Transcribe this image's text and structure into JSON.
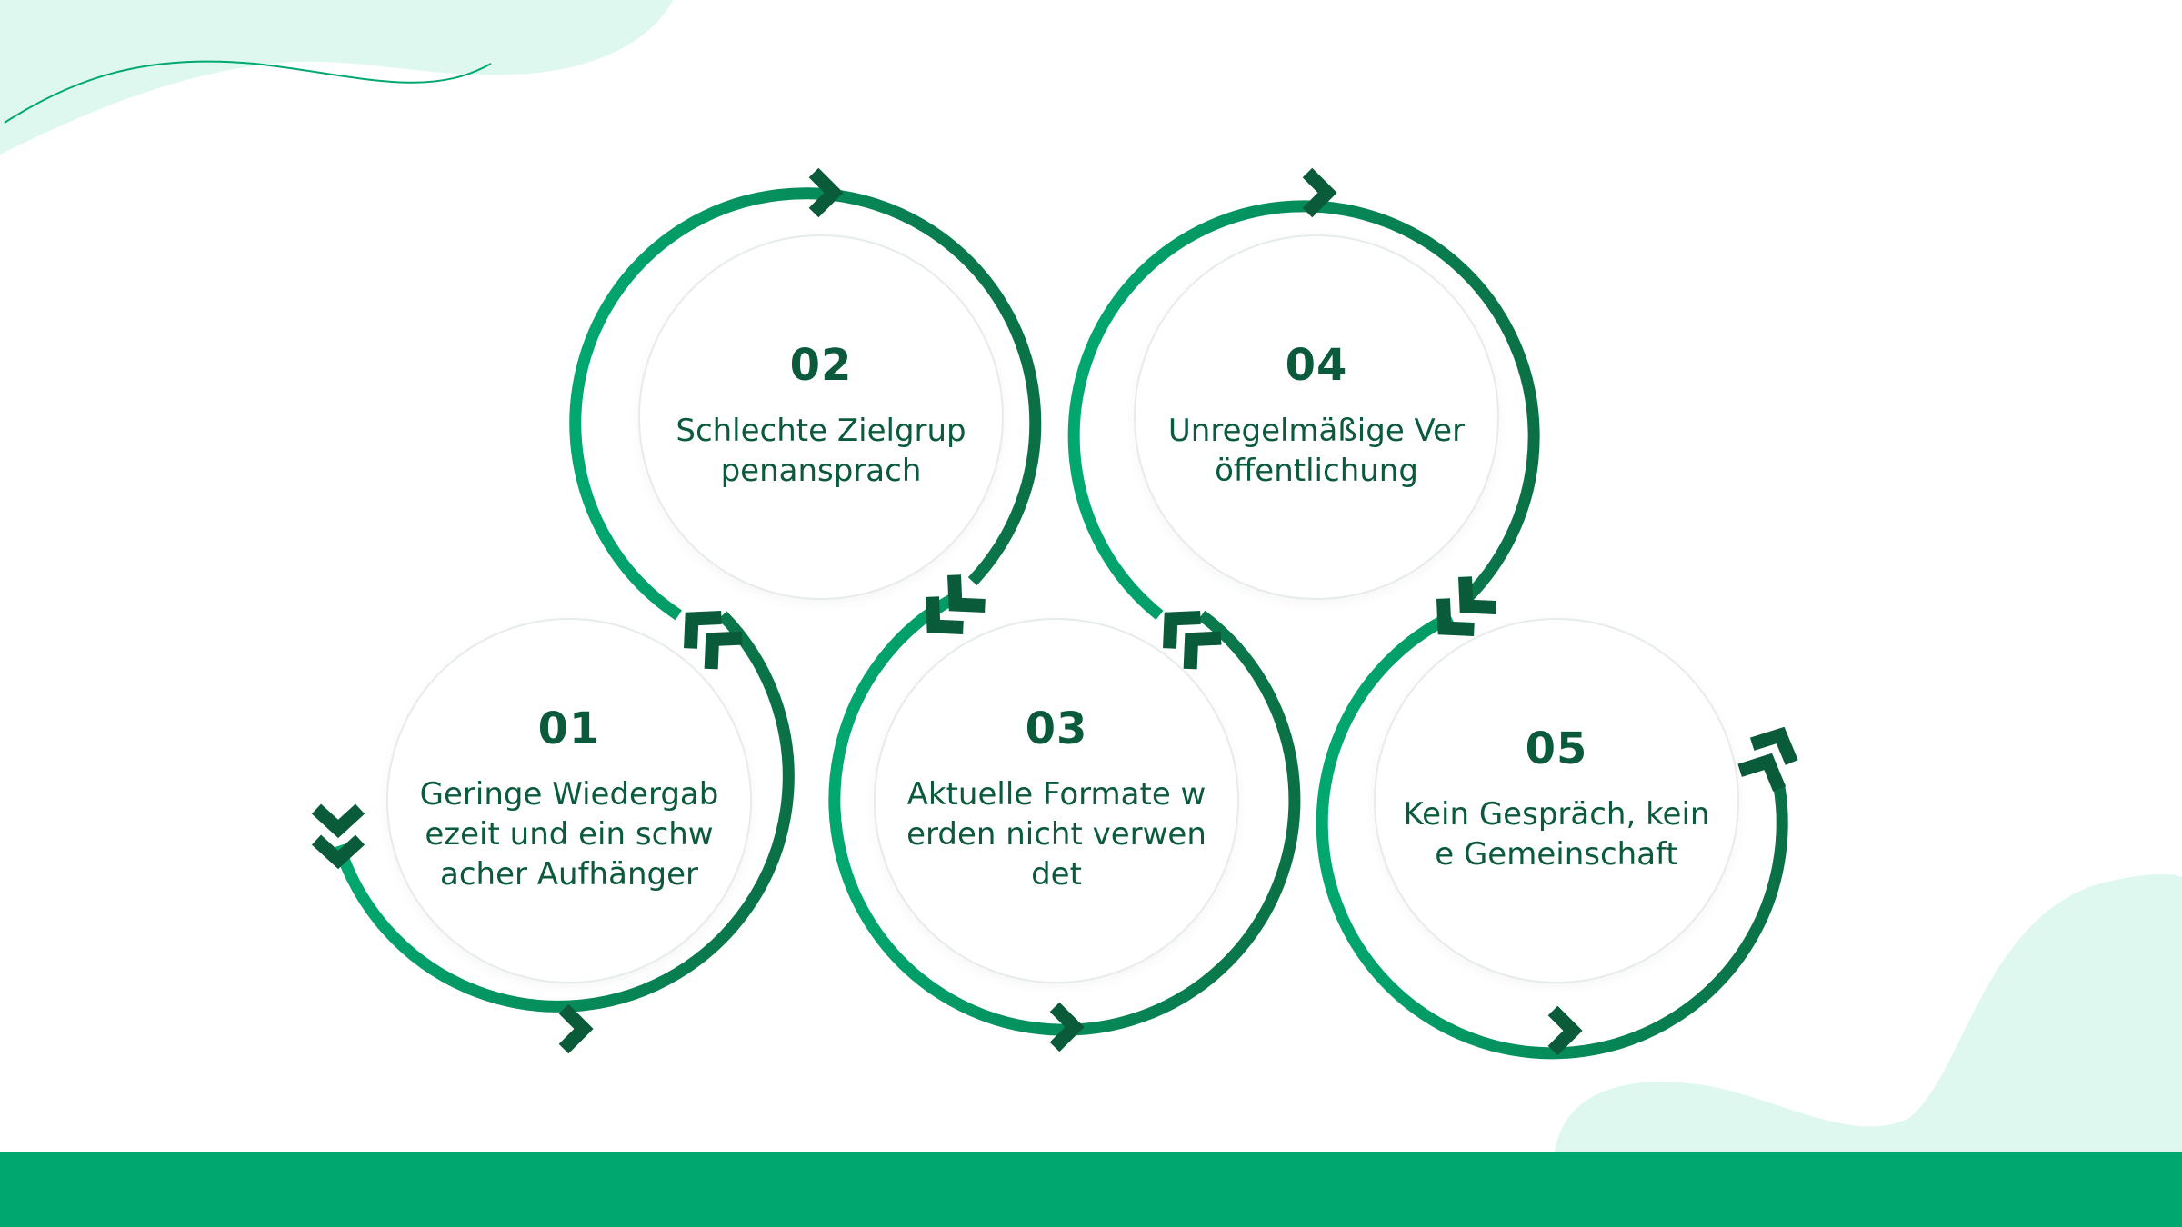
{
  "colors": {
    "ring_light": "#00a870",
    "ring_dark": "#0b7045",
    "arrow": "#0a5b3a",
    "text": "#0c5a3c",
    "footer": "#00a870",
    "blob": "#def8f0"
  },
  "steps": [
    {
      "num": "01",
      "text": "Geringe Wiedergabezeit und ein schwacher Aufhänger"
    },
    {
      "num": "02",
      "text": "Schlechte Zielgruppenansprach"
    },
    {
      "num": "03",
      "text": "Aktuelle Formate werden nicht verwendet"
    },
    {
      "num": "04",
      "text": "Unregelmäßige Veröffentlichung"
    },
    {
      "num": "05",
      "text": "Kein Gespräch, keine Gemeinschaft"
    }
  ]
}
